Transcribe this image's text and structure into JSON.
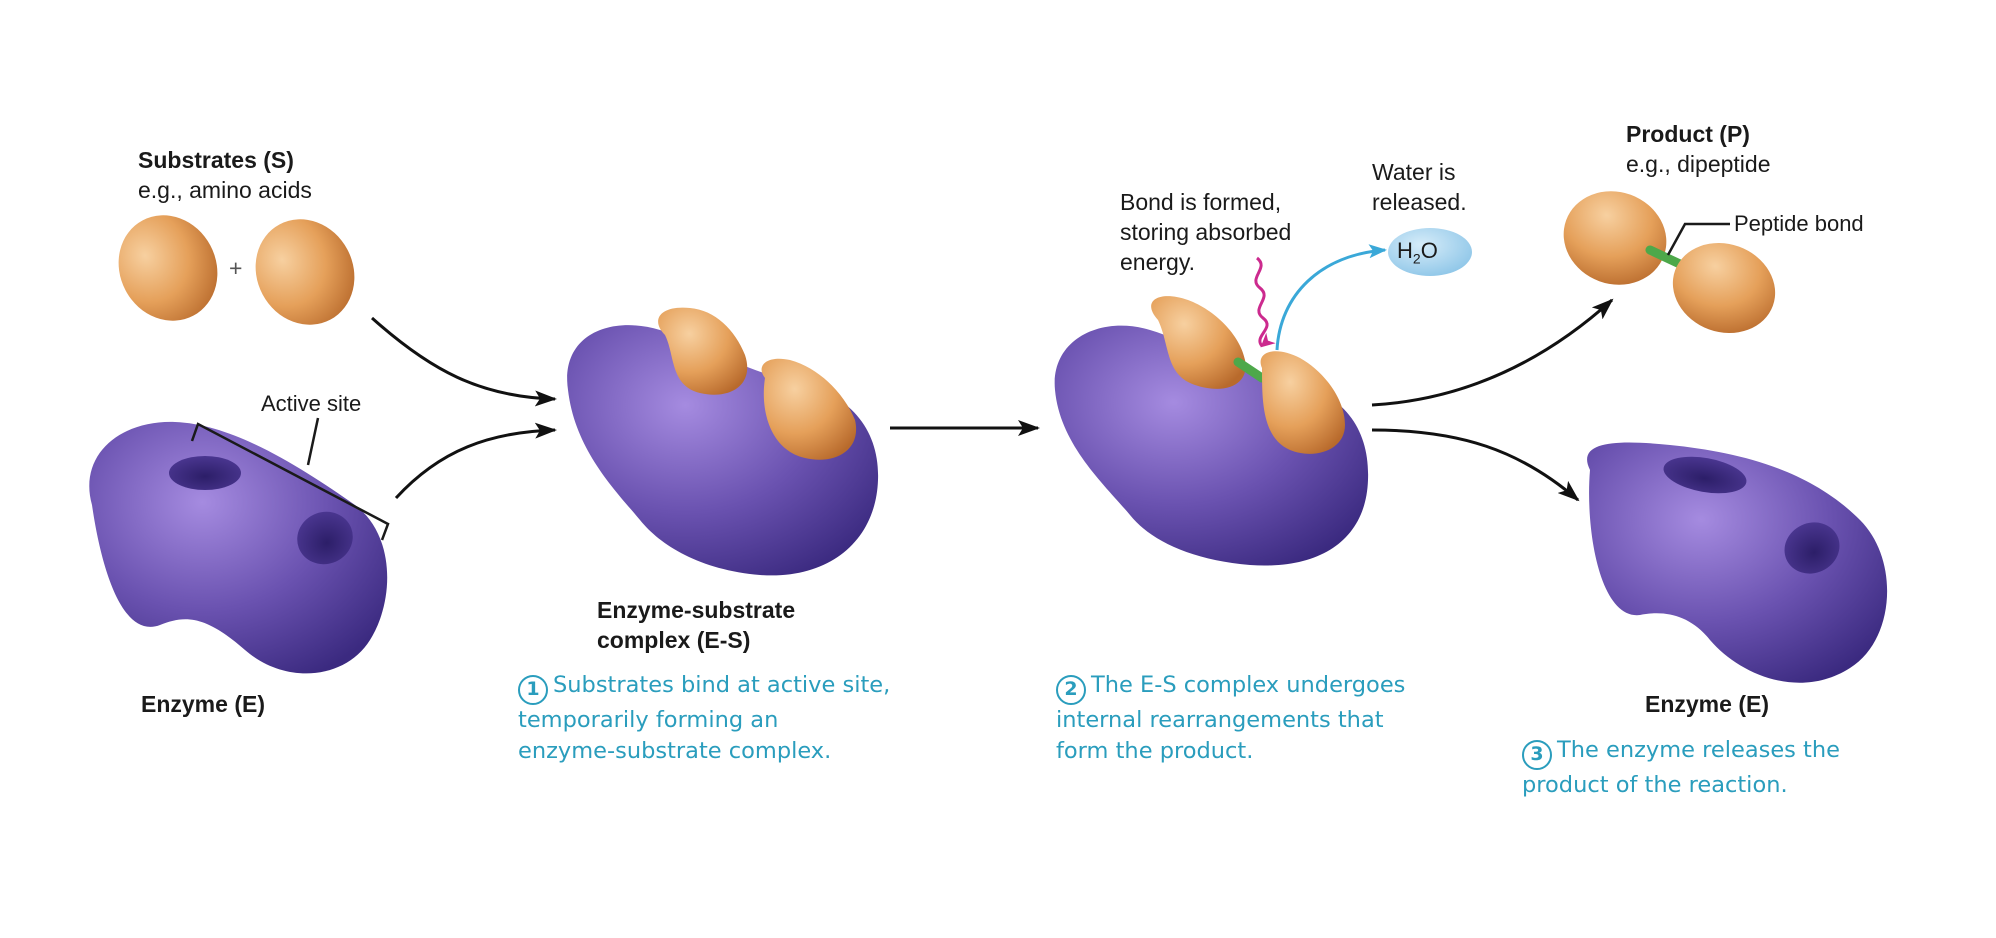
{
  "colors": {
    "enzyme": "#6a52b0",
    "substrate": "#e5a05a",
    "bond": "#4da84a",
    "water": "#a8d4ee",
    "energy": "#cc2a8e",
    "step_text": "#2a9dbd",
    "arrow": "#111111"
  },
  "labels": {
    "substrates_title": "Substrates (S)",
    "substrates_example": "e.g., amino acids",
    "plus": "+",
    "active_site": "Active site",
    "enzyme_left": "Enzyme (E)",
    "es_complex_line1": "Enzyme-substrate",
    "es_complex_line2": "complex (E-S)",
    "bond_formed_line1": "Bond is formed,",
    "bond_formed_line2": "storing absorbed",
    "bond_formed_line3": "energy.",
    "water_line1": "Water is",
    "water_line2": "released.",
    "water_formula_main": "H",
    "water_formula_sub": "2",
    "water_formula_end": "O",
    "product_title": "Product (P)",
    "product_example": "e.g., dipeptide",
    "peptide_bond": "Peptide bond",
    "enzyme_right": "Enzyme (E)"
  },
  "steps": [
    {
      "number": "1",
      "line1": "Substrates bind at active site,",
      "line2": "temporarily forming an",
      "line3": "enzyme-substrate complex."
    },
    {
      "number": "2",
      "line1": "The E-S complex undergoes",
      "line2": "internal rearrangements that",
      "line3": "form the product."
    },
    {
      "number": "3",
      "line1": "The enzyme releases the",
      "line2": "product of the reaction."
    }
  ]
}
